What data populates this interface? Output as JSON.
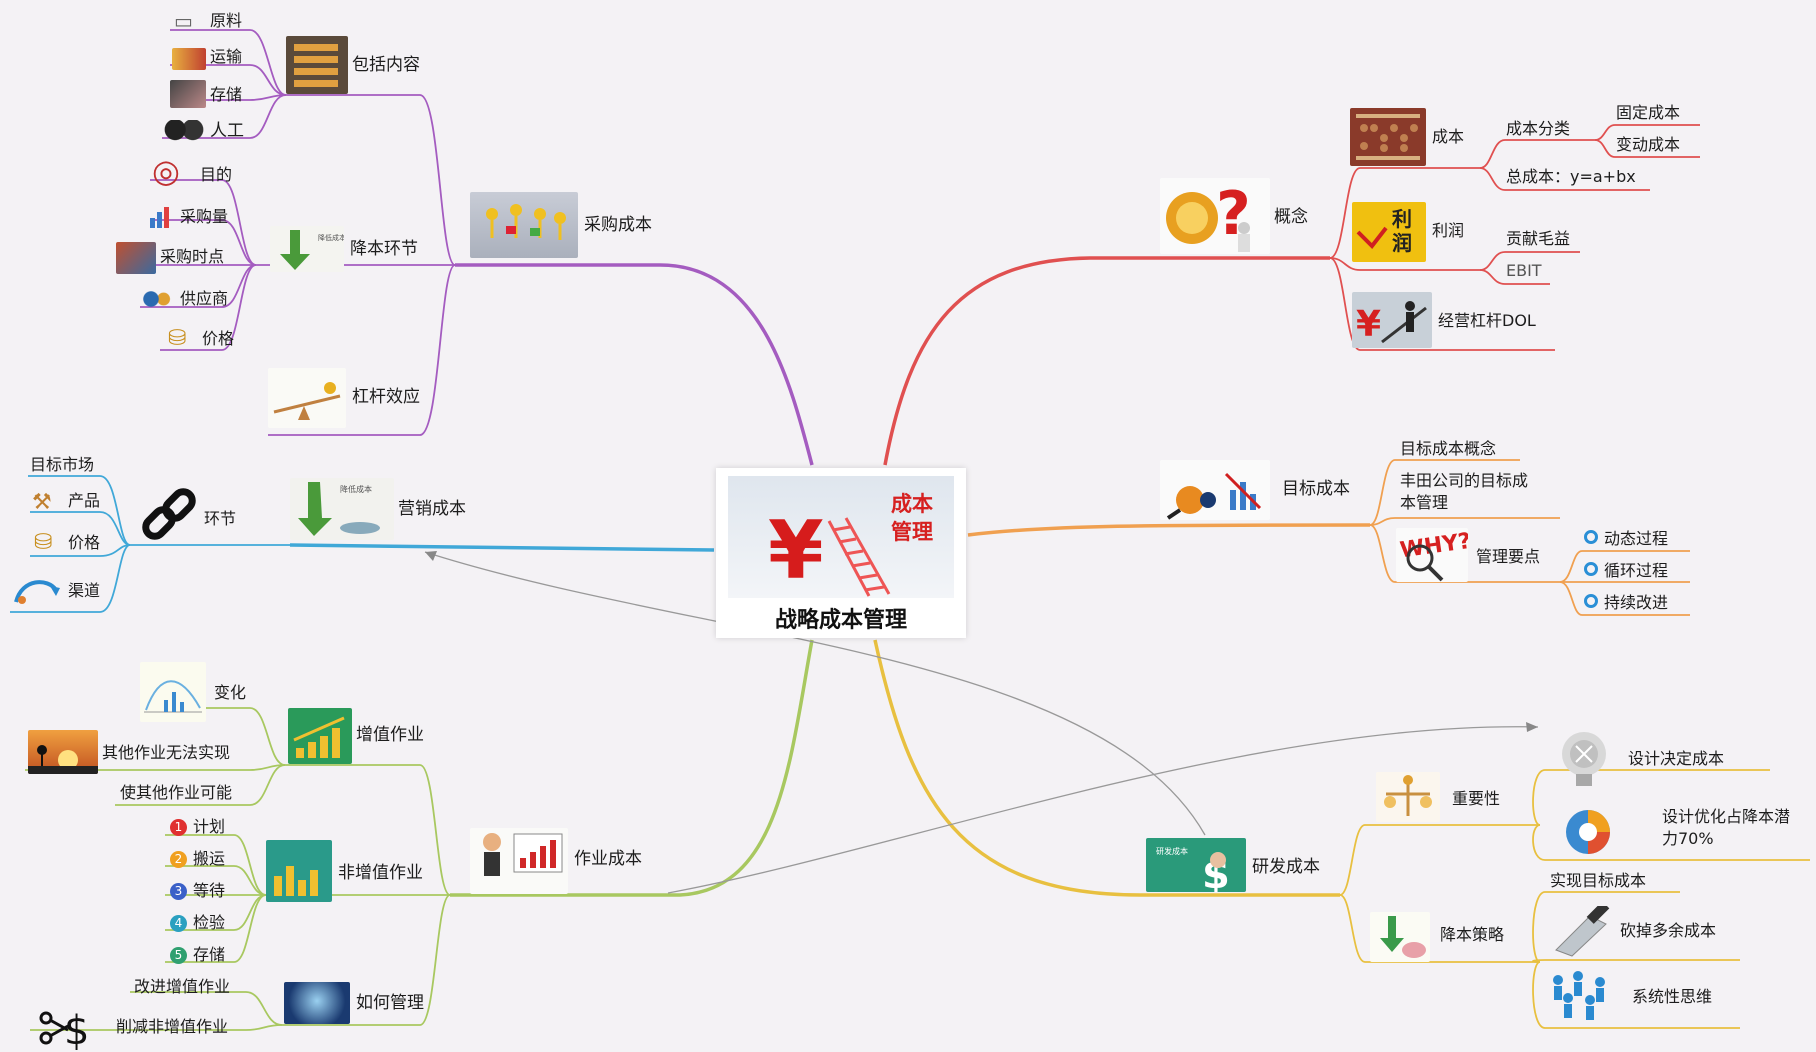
{
  "center": {
    "title": "战略成本管理",
    "badge": "成本\n管理"
  },
  "colors": {
    "purchase": "#a45cc0",
    "concept": "#e05050",
    "target": "#f0a050",
    "marketing": "#40a8d8",
    "activity": "#a8c860",
    "rd": "#e8c040"
  },
  "purchase": {
    "label": "采购成本",
    "include": {
      "label": "包括内容",
      "items": [
        "原料",
        "运输",
        "存储",
        "人工"
      ]
    },
    "reduce": {
      "label": "降本环节",
      "items": [
        "目的",
        "采购量",
        "采购时点",
        "供应商",
        "价格"
      ]
    },
    "leverage": "杠杆效应"
  },
  "marketing": {
    "label": "营销成本",
    "link": {
      "label": "环节",
      "items": [
        "目标市场",
        "产品",
        "价格",
        "渠道"
      ]
    }
  },
  "activity": {
    "label": "作业成本",
    "value_added": {
      "label": "增值作业",
      "items": [
        "变化",
        "其他作业无法实现",
        "使其他作业可能"
      ]
    },
    "non_value": {
      "label": "非增值作业",
      "items": [
        "计划",
        "搬运",
        "等待",
        "检验",
        "存储"
      ],
      "nums": [
        "1",
        "2",
        "3",
        "4",
        "5"
      ]
    },
    "manage": {
      "label": "如何管理",
      "items": [
        "改进增值作业",
        "削减非增值作业"
      ]
    }
  },
  "concept": {
    "label": "概念",
    "cost": {
      "label": "成本",
      "category": {
        "label": "成本分类",
        "items": [
          "固定成本",
          "变动成本"
        ]
      },
      "total": "总成本：y=a+bx"
    },
    "profit": {
      "label": "利润",
      "pic_text": "利润",
      "items": [
        "贡献毛益",
        "EBIT"
      ]
    },
    "dol": "经营杠杆DOL"
  },
  "target": {
    "label": "目标成本",
    "items": [
      "目标成本概念",
      "丰田公司的目标成\n本管理"
    ],
    "points": {
      "label": "管理要点",
      "items": [
        "动态过程",
        "循环过程",
        "持续改进"
      ]
    }
  },
  "rd": {
    "label": "研发成本",
    "importance": {
      "label": "重要性",
      "items": [
        "设计决定成本",
        "设计优化占降本潜\n力70%"
      ]
    },
    "strategy": {
      "label": "降本策略",
      "items": [
        "实现目标成本",
        "砍掉多余成本",
        "系统性思维"
      ]
    }
  },
  "icons": [
    "book-icon",
    "truck-icon",
    "warehouse-icon",
    "people-icon",
    "target-icon",
    "bar-chart-icon",
    "calendar-icon",
    "supplier-icon",
    "coin-icon",
    "chain-link-icon",
    "scissors-dollar-icon",
    "lightbulb-icon",
    "pie-chart-icon",
    "knife-icon",
    "abacus-icon",
    "question-icon"
  ]
}
